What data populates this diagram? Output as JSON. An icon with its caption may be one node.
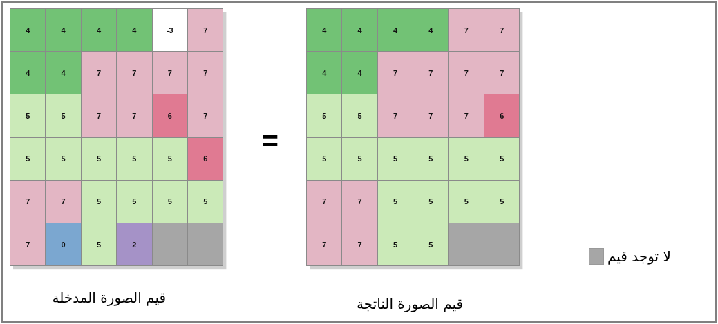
{
  "diagram": {
    "nodes": [
      {
        "text": [
          "4"
        ]
      },
      {
        "text": [
          "4"
        ]
      },
      {
        "text": [
          "4"
        ]
      },
      {
        "text": [
          "4"
        ]
      },
      {
        "text": [
          "-3"
        ]
      },
      {
        "text": [
          "7"
        ]
      },
      {
        "text": [
          "4"
        ]
      },
      {
        "text": [
          "4"
        ]
      },
      {
        "text": [
          "7"
        ]
      },
      {
        "text": [
          "7"
        ]
      },
      {
        "text": [
          "7"
        ]
      },
      {
        "text": [
          "7"
        ]
      },
      {
        "text": [
          "5"
        ]
      },
      {
        "text": [
          "5"
        ]
      },
      {
        "text": [
          "7"
        ]
      },
      {
        "text": [
          "7"
        ]
      },
      {
        "text": [
          "6"
        ]
      },
      {
        "text": [
          "7"
        ]
      },
      {
        "text": [
          "5"
        ]
      },
      {
        "text": [
          "5"
        ]
      },
      {
        "text": [
          "5"
        ]
      },
      {
        "text": [
          "5"
        ]
      },
      {
        "text": [
          "5"
        ]
      },
      {
        "text": [
          "6"
        ]
      },
      {
        "text": [
          "7"
        ]
      },
      {
        "text": [
          "7"
        ]
      },
      {
        "text": [
          "5"
        ]
      },
      {
        "text": [
          "5"
        ]
      },
      {
        "text": [
          "5"
        ]
      },
      {
        "text": [
          "5"
        ]
      },
      {
        "text": [
          "7"
        ]
      },
      {
        "text": [
          "0"
        ]
      },
      {
        "text": [
          "5"
        ]
      },
      {
        "text": [
          "2"
        ]
      },
      {
        "text": [],
        "shape": "box"
      },
      {
        "text": [],
        "shape": "box"
      },
      {
        "text": [
          "4"
        ]
      },
      {
        "text": [
          "4"
        ]
      },
      {
        "text": [
          "4"
        ]
      },
      {
        "text": [
          "4"
        ]
      },
      {
        "text": [
          "7"
        ]
      },
      {
        "text": [
          "7"
        ]
      },
      {
        "text": [
          "4"
        ]
      },
      {
        "text": [
          "4"
        ]
      },
      {
        "text": [
          "7"
        ]
      },
      {
        "text": [
          "7"
        ]
      },
      {
        "text": [
          "7"
        ]
      },
      {
        "text": [
          "7"
        ]
      },
      {
        "text": [
          "5"
        ]
      },
      {
        "text": [
          "5"
        ]
      },
      {
        "text": [
          "7"
        ]
      },
      {
        "text": [
          "7"
        ]
      },
      {
        "text": [
          "7"
        ]
      },
      {
        "text": [
          "6"
        ]
      },
      {
        "text": [
          "5"
        ]
      },
      {
        "text": [
          "5"
        ]
      },
      {
        "text": [
          "5"
        ]
      },
      {
        "text": [
          "5"
        ]
      },
      {
        "text": [
          "5"
        ]
      },
      {
        "text": [
          "5"
        ]
      },
      {
        "text": [
          "7"
        ]
      },
      {
        "text": [
          "7"
        ]
      },
      {
        "text": [
          "5"
        ]
      },
      {
        "text": [
          "5"
        ]
      },
      {
        "text": [
          "5"
        ]
      },
      {
        "text": [
          "5"
        ]
      },
      {
        "text": [
          "7"
        ]
      },
      {
        "text": [
          "7"
        ]
      },
      {
        "text": [
          "5"
        ]
      },
      {
        "text": [
          "5"
        ]
      },
      {
        "text": [],
        "shape": "box"
      },
      {
        "text": [],
        "shape": "box"
      }
    ],
    "labels": [
      "=",
      "قيم الصورة المدخلة",
      "قيم الصورة الناتجة"
    ],
    "legend": [
      {
        "text": "لا توجد قيم",
        "color": "#a6a6a6"
      }
    ]
  }
}
